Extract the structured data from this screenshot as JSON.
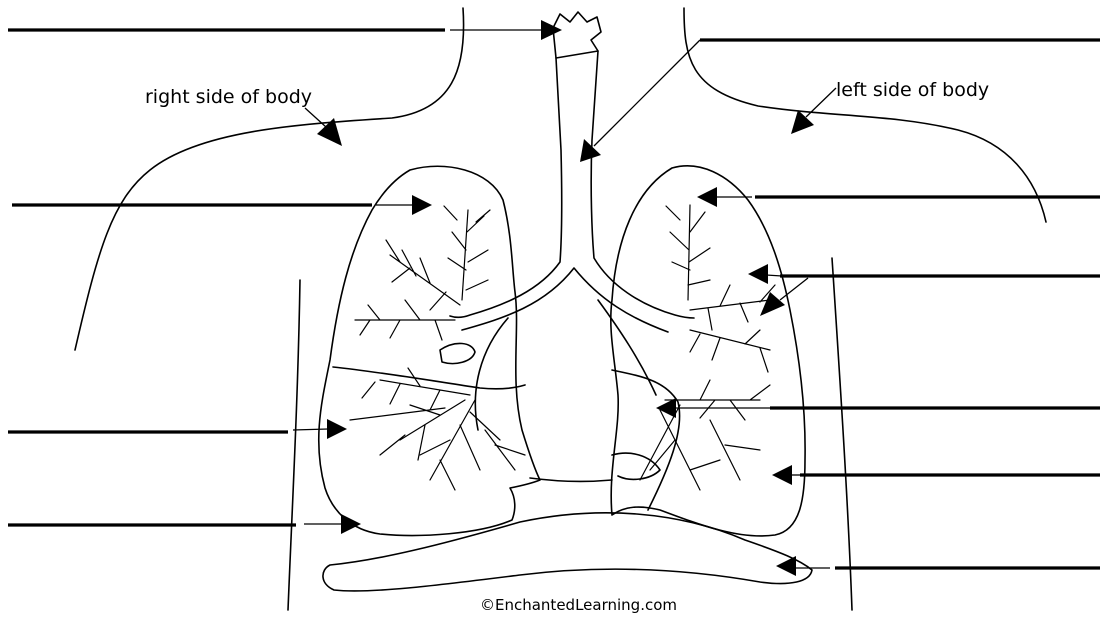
{
  "labels": {
    "right_side": "right side of body",
    "left_side": "left side of body"
  },
  "credit": "©EnchantedLearning.com",
  "colors": {
    "ink": "#000000",
    "background": "#ffffff"
  }
}
